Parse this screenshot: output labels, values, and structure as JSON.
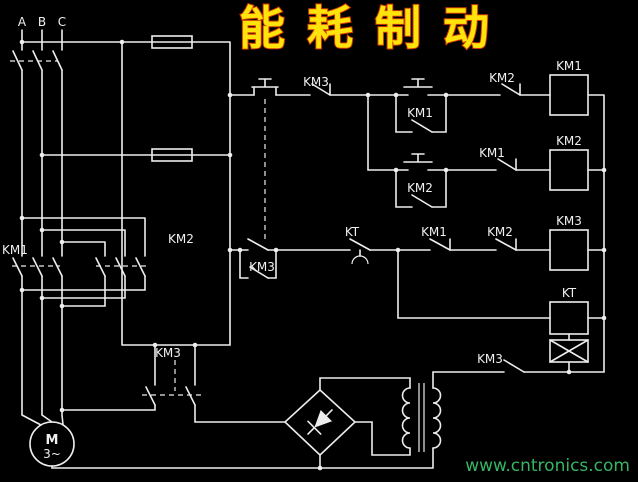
{
  "title": "能耗制动",
  "watermark": "www.cntronics.com",
  "power": {
    "phase_a": "A",
    "phase_b": "B",
    "phase_c": "C",
    "km1_contacts": "KM1",
    "km2_contacts": "KM2",
    "motor_letter": "M",
    "motor_phases": "3~"
  },
  "control": {
    "row1": {
      "km3_interlock": "KM3",
      "km1_selfhold": "KM1",
      "km2_interlock": "KM2",
      "coil": "KM1"
    },
    "row2": {
      "km2_selfhold": "KM2",
      "km1_interlock": "KM1",
      "coil": "KM2"
    },
    "row3": {
      "km3_selfhold": "KM3",
      "kt_contact": "KT",
      "km1_interlock": "KM1",
      "km2_interlock": "KM2",
      "coil": "KM3"
    },
    "timer": {
      "coil": "KT"
    }
  },
  "brake": {
    "km3_dc_contacts": "KM3",
    "km3_transformer_contact": "KM3"
  },
  "colors": {
    "background": "#000000",
    "line": "#ededed",
    "title_fill": "#ffe30a",
    "title_outline": "#cf3a05",
    "watermark": "#37b564"
  }
}
